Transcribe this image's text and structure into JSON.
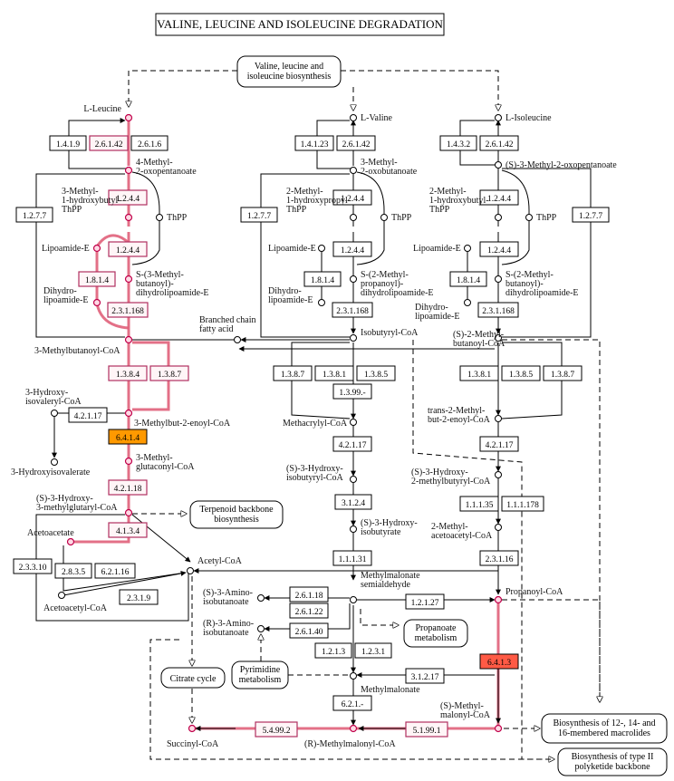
{
  "title": "VALINE, LEUCINE AND ISOLEUCINE DEGRADATION",
  "compounds": [
    {
      "id": "l_leucine",
      "text": "L-Leucine"
    },
    {
      "id": "methyl_oxopentanoate_4",
      "text": "4-Methyl-\n2-oxopentanoate"
    },
    {
      "id": "methyl_hydroxybutyl_thpp_3",
      "text": "3-Methyl-\n1-hydroxybutyl-\nThPP"
    },
    {
      "id": "thpp_a",
      "text": "ThPP"
    },
    {
      "id": "lipoamide_e_a",
      "text": "Lipoamide-E"
    },
    {
      "id": "s_methylbutanoyl_dihydro",
      "text": "S-(3-Methyl-\nbutanoyl)-\ndihydrolipoamide-E"
    },
    {
      "id": "dihydro_lipoamide_a",
      "text": "Dihydro-\nlipoamide-E"
    },
    {
      "id": "methylbutanoyl_coa_3",
      "text": "3-Methylbutanoyl-CoA"
    },
    {
      "id": "branched_chain_fatty_acid",
      "text": "Branched chain\nfatty acid"
    },
    {
      "id": "hydroxy_isovaleryl_coa",
      "text": "3-Hydroxy-\nisovaleryl-CoA"
    },
    {
      "id": "methylbut_enoyl_coa",
      "text": "3-Methylbut-2-enoyl-CoA"
    },
    {
      "id": "hydroxyisovalerate",
      "text": "3-Hydroxyisovalerate"
    },
    {
      "id": "methyl_glutaconyl_coa",
      "text": "3-Methyl-\nglutaconyl-CoA"
    },
    {
      "id": "hmg_coa",
      "text": "(S)-3-Hydroxy-\n3-methylglutaryl-CoA"
    },
    {
      "id": "acetoacetate",
      "text": "Acetoacetate"
    },
    {
      "id": "acetyl_coa",
      "text": "Acetyl-CoA"
    },
    {
      "id": "acetoacetyl_coa",
      "text": "Acetoacetyl-CoA"
    },
    {
      "id": "l_valine",
      "text": "L-Valine"
    },
    {
      "id": "methyl_oxobutanoate_3",
      "text": "3-Methyl-\n2-oxobutanoate"
    },
    {
      "id": "methyl_hydroxypropyl_thpp",
      "text": "2-Methyl-\n1-hydroxypropyl-\nThPP"
    },
    {
      "id": "thpp_b",
      "text": "ThPP"
    },
    {
      "id": "lipoamide_e_b",
      "text": "Lipoamide-E"
    },
    {
      "id": "s_methylpropanoyl_dihydro",
      "text": "S-(2-Methyl-\npropanoyl)-\ndihydrolipoamide-E"
    },
    {
      "id": "dihydro_lipoamide_b",
      "text": "Dihydro-\nlipoamide-E"
    },
    {
      "id": "isobutyryl_coa",
      "text": "Isobutyryl-CoA"
    },
    {
      "id": "methacrylyl_coa",
      "text": "Methacrylyl-CoA"
    },
    {
      "id": "hydroxy_isobutyryl_coa",
      "text": "(S)-3-Hydroxy-\nisobutyryl-CoA"
    },
    {
      "id": "hydroxy_isobutyrate",
      "text": "(S)-3-Hydroxy-\nisobutyrate"
    },
    {
      "id": "methylmalonate_semialdehyde",
      "text": "Methylmalonate\nsemialdehyde"
    },
    {
      "id": "amino_isobutanoate_s",
      "text": "(S)-3-Amino-\nisobutanoate"
    },
    {
      "id": "amino_isobutanoate_r",
      "text": "(R)-3-Amino-\nisobutanoate"
    },
    {
      "id": "methylmalonate",
      "text": "Methylmalonate"
    },
    {
      "id": "l_isoleucine",
      "text": "L-Isoleucine"
    },
    {
      "id": "methyl_oxopentanoate_s3",
      "text": "(S)-3-Methyl-2-oxopentanoate"
    },
    {
      "id": "methyl_hydroxybutyl_thpp_2",
      "text": "2-Methyl-\n1-hydroxybutyl-\nThPP"
    },
    {
      "id": "thpp_c",
      "text": "ThPP"
    },
    {
      "id": "lipoamide_e_c",
      "text": "Lipoamide-E"
    },
    {
      "id": "s_methylbutanoyl_dihydro_2",
      "text": "S-(2-Methyl-\nbutanoyl)-\ndihydrolipoamide-E"
    },
    {
      "id": "dihydro_lipoamide_c",
      "text": "Dihydro-\nlipoamide-E"
    },
    {
      "id": "methylbutanoyl_coa_s2",
      "text": "(S)-2-Methyl-\nbutanoyl-CoA"
    },
    {
      "id": "trans_methylbut_enoyl_coa",
      "text": "trans-2-Methyl-\nbut-2-enoyl-CoA"
    },
    {
      "id": "hydroxy_methylbutyryl_coa",
      "text": "(S)-3-Hydroxy-\n2-methylbutyryl-CoA"
    },
    {
      "id": "methyl_acetoacetyl_coa",
      "text": "2-Methyl-\nacetoacetyl-CoA"
    },
    {
      "id": "propanoyl_coa",
      "text": "Propanoyl-CoA"
    },
    {
      "id": "methylmalonyl_coa_s",
      "text": "(S)-Methyl-\nmalonyl-CoA"
    },
    {
      "id": "methylmalonyl_coa_r",
      "text": "(R)-Methylmalonyl-CoA"
    },
    {
      "id": "succinyl_coa",
      "text": "Succinyl-CoA"
    }
  ],
  "maps": [
    {
      "id": "biosynthesis",
      "text": "Valine, leucine and\nisoleucine biosynthesis"
    },
    {
      "id": "terpenoid",
      "text": "Terpenoid backbone\nbiosynthesis"
    },
    {
      "id": "propanoate",
      "text": "Propanoate\nmetabolism"
    },
    {
      "id": "pyrimidine",
      "text": "Pyrimidine\nmetabolism"
    },
    {
      "id": "citrate",
      "text": "Citrate cycle"
    },
    {
      "id": "macrolides",
      "text": "Biosynthesis of 12-, 14- and\n16-membered macrolides"
    },
    {
      "id": "polyketide",
      "text": "Biosynthesis of type II\npolyketide backbone"
    }
  ],
  "enzymes": [
    {
      "id": "e1",
      "text": "1.4.1.9",
      "hl": ""
    },
    {
      "id": "e2",
      "text": "2.6.1.42",
      "hl": "pink"
    },
    {
      "id": "e3",
      "text": "2.6.1.6",
      "hl": ""
    },
    {
      "id": "e4",
      "text": "1.2.4.4",
      "hl": "pink"
    },
    {
      "id": "e5",
      "text": "1.2.7.7",
      "hl": ""
    },
    {
      "id": "e6",
      "text": "1.2.4.4",
      "hl": "pink"
    },
    {
      "id": "e7",
      "text": "1.8.1.4",
      "hl": "pink"
    },
    {
      "id": "e8",
      "text": "2.3.1.168",
      "hl": "pink"
    },
    {
      "id": "e9",
      "text": "1.3.8.4",
      "hl": "pink"
    },
    {
      "id": "e10",
      "text": "1.3.8.7",
      "hl": "pink"
    },
    {
      "id": "e11",
      "text": "4.2.1.17",
      "hl": ""
    },
    {
      "id": "e12",
      "text": "6.4.1.4",
      "hl": "orange"
    },
    {
      "id": "e13",
      "text": "4.2.1.18",
      "hl": "pink"
    },
    {
      "id": "e14",
      "text": "4.1.3.4",
      "hl": "pink"
    },
    {
      "id": "e15",
      "text": "2.3.3.10",
      "hl": ""
    },
    {
      "id": "e16",
      "text": "2.8.3.5",
      "hl": ""
    },
    {
      "id": "e17",
      "text": "6.2.1.16",
      "hl": ""
    },
    {
      "id": "e18",
      "text": "2.3.1.9",
      "hl": ""
    },
    {
      "id": "e19",
      "text": "1.4.1.23",
      "hl": ""
    },
    {
      "id": "e20",
      "text": "2.6.1.42",
      "hl": ""
    },
    {
      "id": "e21",
      "text": "1.2.4.4",
      "hl": ""
    },
    {
      "id": "e22",
      "text": "1.2.7.7",
      "hl": ""
    },
    {
      "id": "e23",
      "text": "1.2.4.4",
      "hl": ""
    },
    {
      "id": "e24",
      "text": "1.8.1.4",
      "hl": ""
    },
    {
      "id": "e25",
      "text": "2.3.1.168",
      "hl": ""
    },
    {
      "id": "e26",
      "text": "1.3.8.7",
      "hl": ""
    },
    {
      "id": "e27",
      "text": "1.3.8.1",
      "hl": ""
    },
    {
      "id": "e28",
      "text": "1.3.8.5",
      "hl": ""
    },
    {
      "id": "e29",
      "text": "1.3.99.-",
      "hl": ""
    },
    {
      "id": "e30",
      "text": "4.2.1.17",
      "hl": ""
    },
    {
      "id": "e31",
      "text": "3.1.2.4",
      "hl": ""
    },
    {
      "id": "e32",
      "text": "1.1.1.31",
      "hl": ""
    },
    {
      "id": "e33",
      "text": "2.6.1.18",
      "hl": ""
    },
    {
      "id": "e34",
      "text": "2.6.1.22",
      "hl": ""
    },
    {
      "id": "e35",
      "text": "2.6.1.40",
      "hl": ""
    },
    {
      "id": "e36",
      "text": "1.2.1.27",
      "hl": ""
    },
    {
      "id": "e37",
      "text": "1.2.1.3",
      "hl": ""
    },
    {
      "id": "e38",
      "text": "1.2.3.1",
      "hl": ""
    },
    {
      "id": "e39",
      "text": "6.2.1.-",
      "hl": ""
    },
    {
      "id": "e40",
      "text": "3.1.2.17",
      "hl": ""
    },
    {
      "id": "e41",
      "text": "5.4.99.2",
      "hl": "pink"
    },
    {
      "id": "e42",
      "text": "5.1.99.1",
      "hl": "pink"
    },
    {
      "id": "e43",
      "text": "1.4.3.2",
      "hl": ""
    },
    {
      "id": "e44",
      "text": "2.6.1.42",
      "hl": ""
    },
    {
      "id": "e45",
      "text": "1.2.4.4",
      "hl": ""
    },
    {
      "id": "e46",
      "text": "1.2.7.7",
      "hl": ""
    },
    {
      "id": "e47",
      "text": "1.2.4.4",
      "hl": ""
    },
    {
      "id": "e48",
      "text": "1.8.1.4",
      "hl": ""
    },
    {
      "id": "e49",
      "text": "2.3.1.168",
      "hl": ""
    },
    {
      "id": "e50",
      "text": "1.3.8.1",
      "hl": ""
    },
    {
      "id": "e51",
      "text": "1.3.8.5",
      "hl": ""
    },
    {
      "id": "e52",
      "text": "1.3.8.7",
      "hl": ""
    },
    {
      "id": "e53",
      "text": "4.2.1.17",
      "hl": ""
    },
    {
      "id": "e54",
      "text": "1.1.1.35",
      "hl": ""
    },
    {
      "id": "e55",
      "text": "1.1.1.178",
      "hl": ""
    },
    {
      "id": "e56",
      "text": "2.3.1.16",
      "hl": ""
    },
    {
      "id": "e57",
      "text": "6.4.1.3",
      "hl": "red"
    }
  ]
}
